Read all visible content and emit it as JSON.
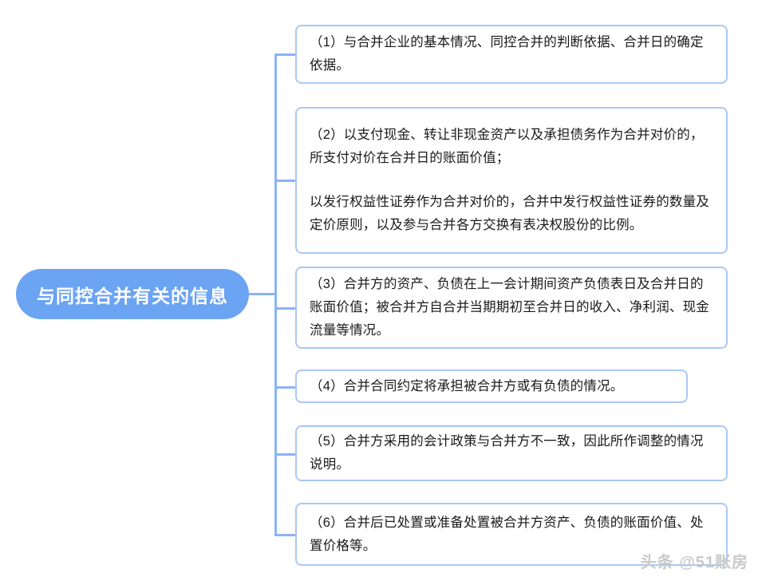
{
  "diagram": {
    "root": {
      "label": "与同控合并有关的信息"
    },
    "branches": [
      {
        "id": "branch-1",
        "paragraphs": [
          "（1）与合并企业的基本情况、同控合并的判断依据、合并日的确定依据。"
        ]
      },
      {
        "id": "branch-2",
        "paragraphs": [
          "（2）以支付现金、转让非现金资产以及承担债务作为合并对价的，所支付对价在合并日的账面价值；",
          "以发行权益性证券作为合并对价的，合并中发行权益性证券的数量及定价原则，以及参与合并各方交换有表决权股份的比例。"
        ]
      },
      {
        "id": "branch-3",
        "paragraphs": [
          "（3）合并方的资产、负债在上一会计期间资产负债表日及合并日的账面价值；被合并方自合并当期期初至合并日的收入、净利润、现金流量等情况。"
        ]
      },
      {
        "id": "branch-4",
        "paragraphs": [
          "（4）合并合同约定将承担被合并方或有负债的情况。"
        ]
      },
      {
        "id": "branch-5",
        "paragraphs": [
          "（5）合并方采用的会计政策与合并方不一致，因此所作调整的情况说明。"
        ]
      },
      {
        "id": "branch-6",
        "paragraphs": [
          "（6）合并后已处置或准备处置被合并方资产、负债的账面价值、处置价格等。"
        ]
      }
    ]
  },
  "watermark": {
    "text": "头条 @51账房"
  },
  "colors": {
    "root_fill": "#6ba4f2",
    "root_text": "#ffffff",
    "connector": "#8cb3f5",
    "box_border": "#a9c8f5",
    "box_fill": "#ffffff",
    "body_text": "#1a1a1a",
    "watermark_text": "#c9c9c9"
  }
}
